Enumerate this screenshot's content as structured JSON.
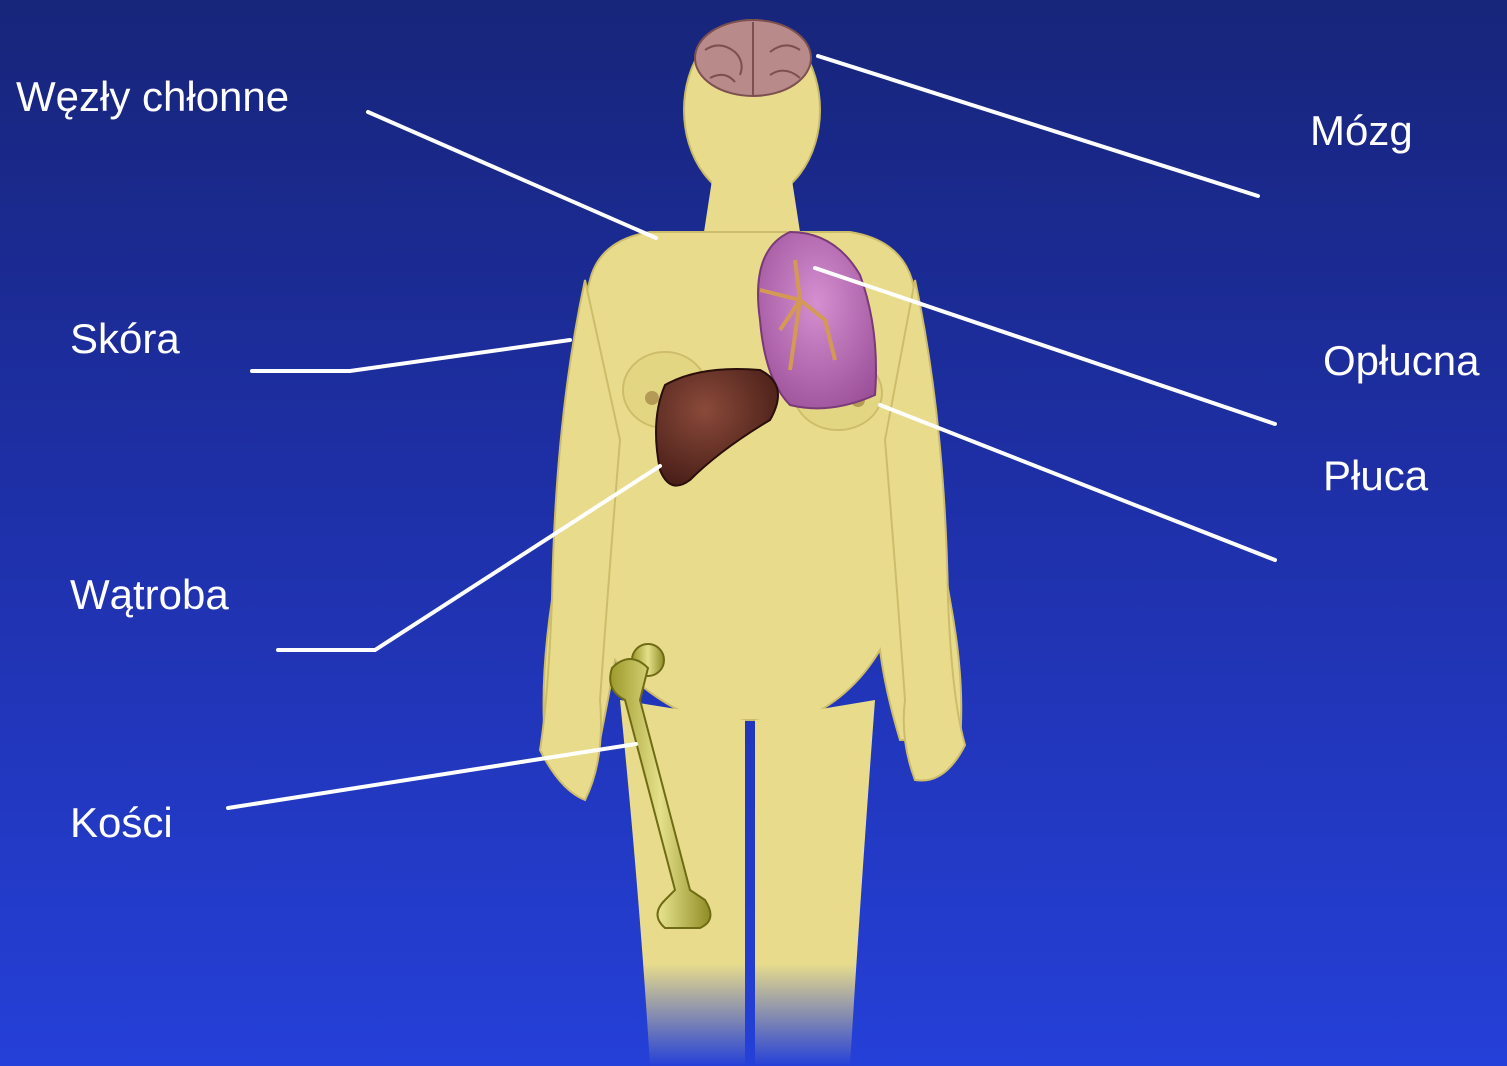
{
  "labels": {
    "lymph_nodes": "Węzły chłonne",
    "brain": "Mózg",
    "skin": "Skóra",
    "pleura": "Opłucna",
    "lungs": "Płuca",
    "liver": "Wątroba",
    "bones": "Kości"
  },
  "colors": {
    "background_top": "#17257a",
    "background_bottom": "#2540d8",
    "skin": "#e8dc8c",
    "leader_line": "#ffffff",
    "liver": "#5a2a1e",
    "lung": "#b76bb0",
    "brain": "#b98a8a",
    "bone": "#c9c45a"
  }
}
